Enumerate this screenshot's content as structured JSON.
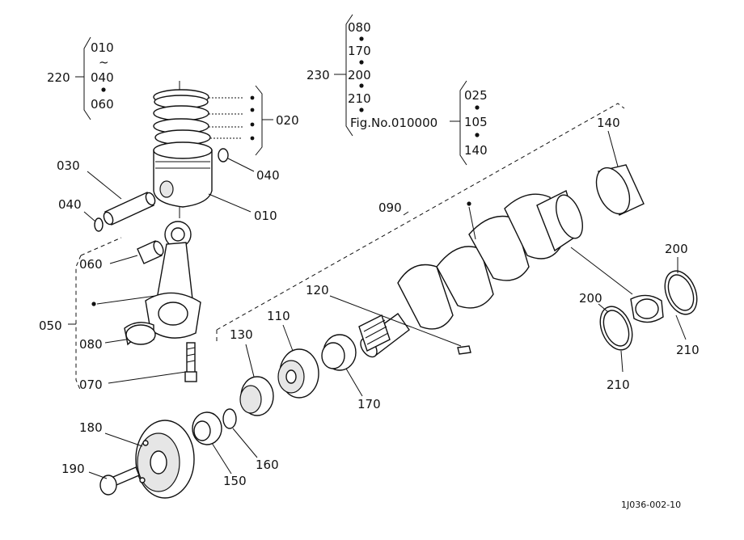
{
  "callouts": {
    "c010a": "010",
    "tilde": "~",
    "c040a": "040",
    "c060a": "060",
    "c220": "220",
    "c020": "020",
    "c040b": "040",
    "c030": "030",
    "c040c": "040",
    "c010b": "010",
    "c060b": "060",
    "c050": "050",
    "c080b": "080",
    "c070": "070",
    "c080a": "080",
    "c170a": "170",
    "c200a": "200",
    "c210a": "210",
    "c230": "230",
    "fig": "Fig.No.010000",
    "c025": "025",
    "c105": "105",
    "c140a": "140",
    "c140b": "140",
    "c090": "090",
    "c120": "120",
    "c110": "110",
    "c130": "130",
    "c170b": "170",
    "c200b": "200",
    "c200c": "200",
    "c210b": "210",
    "c210c": "210",
    "c180": "180",
    "c190": "190",
    "c150": "150",
    "c160": "160"
  },
  "figure_code": "1J036-002-10"
}
